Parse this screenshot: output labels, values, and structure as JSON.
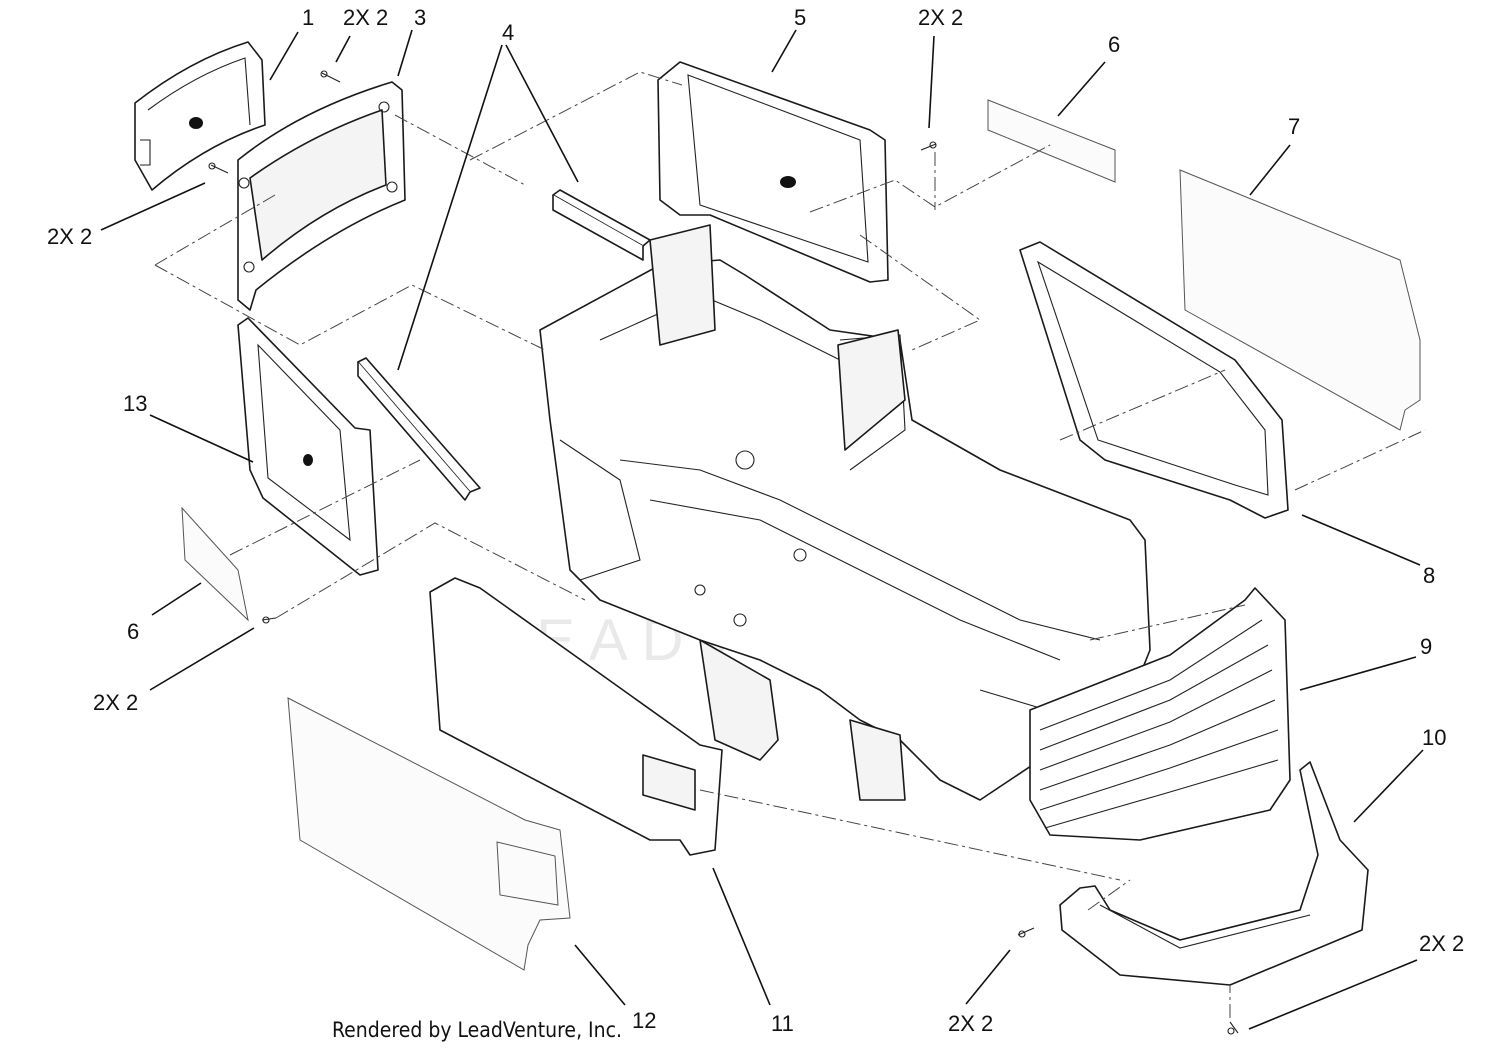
{
  "callouts": {
    "c1": "1",
    "c2x2_top_left": "2X 2",
    "c3": "3",
    "c4": "4",
    "c5": "5",
    "c2x2_top_mid": "2X 2",
    "c6_top": "6",
    "c7": "7",
    "c2x2_left": "2X 2",
    "c13": "13",
    "c8": "8",
    "c9": "9",
    "c6_left": "6",
    "c2x2_lower_left": "2X 2",
    "c10": "10",
    "c2x2_bottom_right": "2X 2",
    "c2x2_bottom_mid": "2X 2",
    "c11": "11",
    "c12": "12"
  },
  "credit": "Rendered by LeadVenture, Inc.",
  "watermark": "LEADVENTURE"
}
